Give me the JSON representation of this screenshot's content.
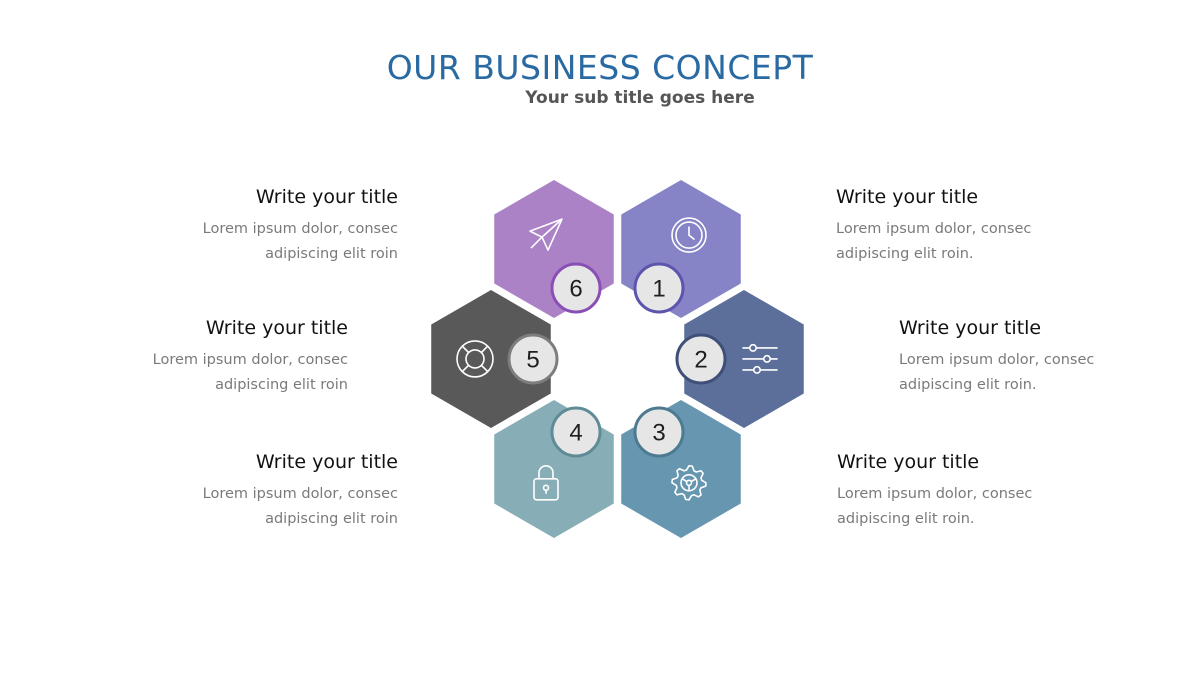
{
  "header": {
    "title": "OUR BUSINESS CONCEPT",
    "subtitle": "Your sub title goes here"
  },
  "segments": [
    {
      "number": "1",
      "color": "#8683c6",
      "icon": "clock-icon",
      "title": "Write your title",
      "line1": "Lorem ipsum dolor, consec",
      "line2": "adipiscing elit roin."
    },
    {
      "number": "2",
      "color": "#5b6f9a",
      "icon": "sliders-icon",
      "title": "Write your title",
      "line1": "Lorem ipsum dolor, consec",
      "line2": "adipiscing elit roin."
    },
    {
      "number": "3",
      "color": "#6696b0",
      "icon": "gear-icon",
      "title": "Write your title",
      "line1": "Lorem ipsum dolor, consec",
      "line2": "adipiscing elit roin."
    },
    {
      "number": "4",
      "color": "#87aeb7",
      "icon": "lock-icon",
      "title": "Write your title",
      "line1": "Lorem ipsum dolor, consec",
      "line2": "adipiscing elit roin"
    },
    {
      "number": "5",
      "color": "#595959",
      "icon": "lifebuoy-icon",
      "title": "Write your title",
      "line1": "Lorem ipsum dolor, consec",
      "line2": "adipiscing elit roin"
    },
    {
      "number": "6",
      "color": "#ab82c6",
      "icon": "paper-plane-icon",
      "title": "Write your title",
      "line1": "Lorem ipsum dolor, consec",
      "line2": "adipiscing elit roin"
    }
  ],
  "colors": {
    "title": "#2a6aa3",
    "ring1": "#5d54ae",
    "ring2": "#3f4f78",
    "ring3": "#4d7a90",
    "ring4": "#5e8b96",
    "ring5": "#7d7d7d",
    "ring6": "#8a4fb4"
  }
}
